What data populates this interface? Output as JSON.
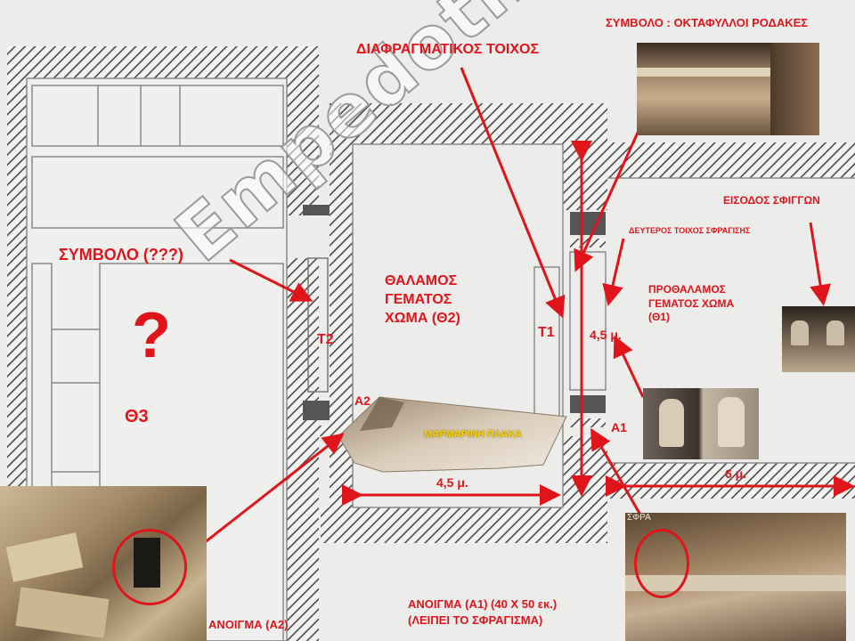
{
  "labels": {
    "top_right_symbol": "ΣΥΜΒΟΛΟ : ΟΚΤΑΦΥΛΛΟΙ   ΡΟΔΑΚΕΣ",
    "diaphragm_wall": "ΔΙΑΦΡΑΓΜΑΤΙΚΟΣ ΤΟΙΧΟΣ",
    "sphinx_entrance": "ΕΙΣΟΔΟΣ ΣΦΙΓΓΩΝ",
    "second_seal_wall": "ΔΕΥΤΕΡΟΣ ΤΟΙΧΟΣ ΣΦΡΑΓΙΣΗΣ",
    "symbol_unknown": "ΣΥΜΒΟΛΟ (???)",
    "chamber_2": "ΘΑΛΑΜΟΣ\nΓΕΜΑΤΟΣ\nΧΩΜΑ (Θ2)",
    "antechamber_1": "ΠΡΟΘΑΛΑΜΟΣ\nΓΕΜΑΤΟΣ ΧΩΜΑ\n(Θ1)",
    "question_mark": "?",
    "chamber_3": "Θ3",
    "t2": "T2",
    "t1": "T1",
    "dim_vertical": "4,5 μ.",
    "a2": "A2",
    "a1": "A1",
    "marble_slab": "ΜΑΡΜΑΡΙΝΗ ΠΛΑΚΑ",
    "dim_bottom_middle": "4,5 μ.",
    "dim_bottom_right": "6 μ.",
    "opening_a1": "ΑΝΟΙΓΜΑ (Α1)  (40 Χ 50 εκ.)\n(ΛΕΙΠΕΙ ΤΟ ΣΦΡΑΓΙΣΜΑ)",
    "opening_a2": "ΑΝΟΙΓΜΑ (Α2)",
    "photo_caption_small": "ΣΦΡΑ"
  },
  "watermark": "Empedotimos",
  "colors": {
    "annotation_red": "#e0141b",
    "wall_dark": "#555555",
    "background": "#ececea",
    "slab_label": "#f5d400"
  },
  "photos": [
    {
      "name": "rosettes-photo",
      "subject": "octafoil rosettes"
    },
    {
      "name": "sphinx-entrance-photo",
      "subject": "sphinxes"
    },
    {
      "name": "caryatids-photo",
      "subject": "caryatids"
    },
    {
      "name": "opening-a1-photo",
      "subject": "opening A1"
    },
    {
      "name": "opening-a2-photo",
      "subject": "opening A2"
    }
  ]
}
